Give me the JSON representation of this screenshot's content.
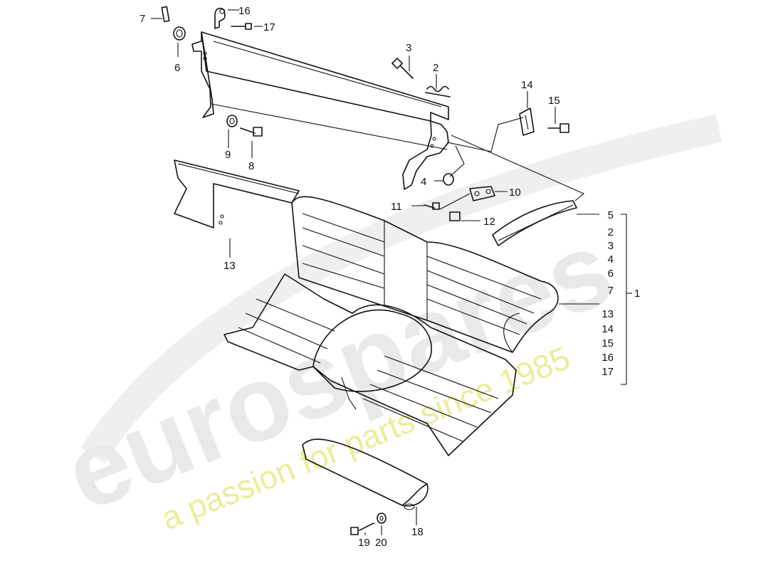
{
  "watermark": {
    "brand": "eurospares",
    "tagline": "a passion for parts since 1985",
    "brand_color": "#e6e6e6",
    "tagline_color": "#ecec9a"
  },
  "callouts": {
    "c1": "1",
    "c2": "2",
    "c3": "3",
    "c4": "4",
    "c5": "5",
    "c6": "6",
    "c7": "7",
    "c8": "8",
    "c9": "9",
    "c10": "10",
    "c11": "11",
    "c12": "12",
    "c13": "13",
    "c14": "14",
    "c15": "15",
    "c16": "16",
    "c17": "17",
    "c18": "18",
    "c19": "19",
    "c20": "20"
  },
  "bracket_list": [
    "5",
    "2",
    "3",
    "4",
    "6",
    "7",
    "13",
    "14",
    "15",
    "16",
    "17"
  ]
}
